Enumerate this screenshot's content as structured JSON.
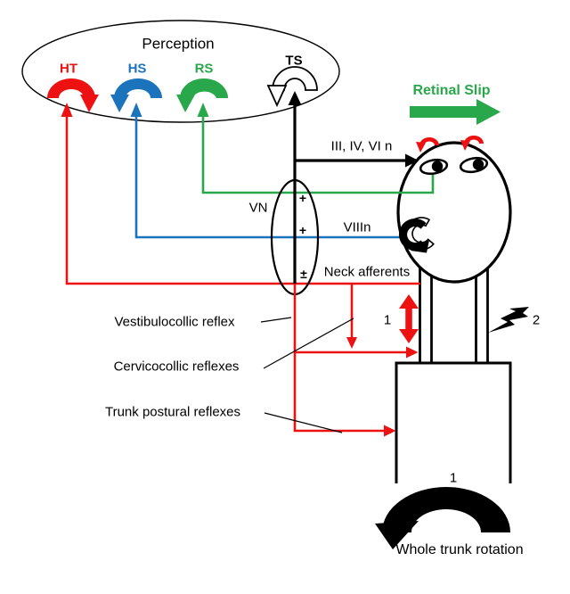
{
  "perception": {
    "label": "Perception",
    "signals": [
      {
        "label": "HT",
        "color": "#ee1111"
      },
      {
        "label": "HS",
        "color": "#1b74bb"
      },
      {
        "label": "RS",
        "color": "#29a84b"
      },
      {
        "label": "TS",
        "color": "#000000"
      }
    ]
  },
  "retinal_slip": {
    "label": "Retinal Slip",
    "color": "#29a84b"
  },
  "pathways": {
    "oculomotor_nerves": "III, IV, VI n",
    "vestibular_nerve": "VIIIn",
    "neck_afferents": "Neck afferents"
  },
  "vestibular_nucleus": {
    "label": "VN",
    "signs": [
      "+",
      "+",
      "±"
    ]
  },
  "reflexes": {
    "vestibulocollic": "Vestibulocollic reflex",
    "cervicocollic": "Cervicocollic reflexes",
    "trunk_postural": "Trunk postural reflexes"
  },
  "markers": {
    "neck_rotation": "1",
    "neck_perturbation": "2",
    "trunk_rotation": "1"
  },
  "trunk": {
    "label": "Whole trunk rotation"
  },
  "colors": {
    "red": "#ee1111",
    "blue": "#1b74bb",
    "green": "#29a84b",
    "black": "#000000"
  }
}
